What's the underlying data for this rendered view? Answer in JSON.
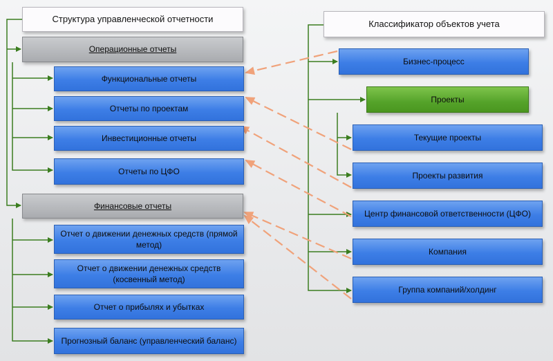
{
  "left": {
    "title": "Структура управленческой отчетности",
    "operational": {
      "label": "Операционные отчеты",
      "items": [
        "Функциональные отчеты",
        "Отчеты по проектам",
        "Инвестиционные отчеты",
        "Отчеты по ЦФО"
      ]
    },
    "financial": {
      "label": "Финансовые отчеты",
      "items": [
        "Отчет о движении денежных средств (прямой метод)",
        "Отчет о движении денежных средств (косвенный метод)",
        "Отчет о прибылях и убытках",
        "Прогнозный баланс (управленческий баланс)"
      ]
    }
  },
  "right": {
    "title": "Классификатор объектов учета",
    "items": {
      "business_process": "Бизнес-процесс",
      "projects": "Проекты",
      "current_projects": "Текущие проекты",
      "development_projects": "Проекты развития",
      "cfo": "Центр финансовой ответственности (ЦФО)",
      "company": "Компания",
      "group": "Группа компаний/холдинг"
    }
  },
  "colors": {
    "connector": "#3b7d1f",
    "arrow": "#f0a27a",
    "blue_box": "#3d7ee6",
    "green_box": "#55a32a",
    "gray_box": "#b3b5b8"
  }
}
